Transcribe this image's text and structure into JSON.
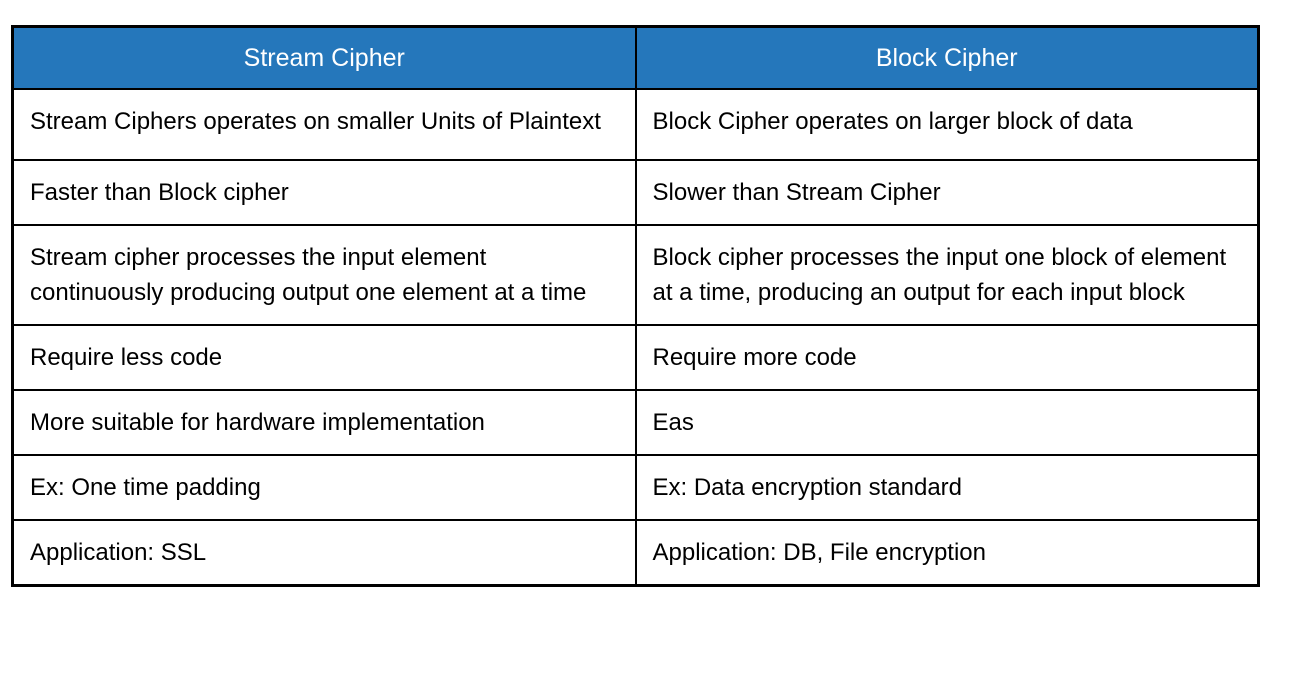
{
  "colors": {
    "header_background": "#2577BB",
    "header_text": "#FFFFFF",
    "border": "#000000",
    "body_text": "#000000",
    "page_background": "#FFFFFF"
  },
  "table": {
    "columns": [
      "Stream Cipher",
      "Block Cipher"
    ],
    "rows": [
      [
        "Stream Ciphers operates on smaller Units of Plaintext",
        "Block Cipher operates on larger block of data"
      ],
      [
        "Faster than Block cipher",
        "Slower than Stream Cipher"
      ],
      [
        "Stream cipher processes the input element continuously producing output one element at a time",
        "Block cipher processes the input one block of element at a time, producing an output for each input block"
      ],
      [
        "Require less code",
        "Require more code"
      ],
      [
        "More suitable for hardware implementation",
        "Eas"
      ],
      [
        "Ex: One time padding",
        "Ex: Data encryption standard"
      ],
      [
        "Application: SSL",
        "Application: DB, File encryption"
      ]
    ]
  }
}
